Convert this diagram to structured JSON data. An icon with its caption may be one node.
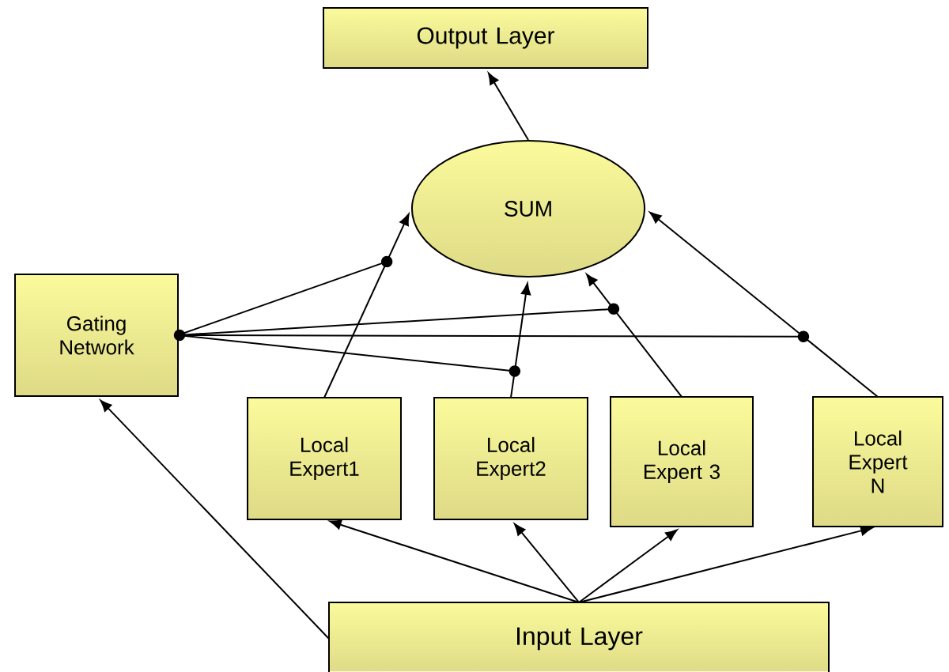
{
  "diagram": {
    "nodes": [
      {
        "text": [
          "Output Layer"
        ]
      },
      {
        "text": [
          "SUM"
        ]
      },
      {
        "text": [
          "Gating Network"
        ]
      },
      {
        "text": [
          "Local Expert1"
        ]
      },
      {
        "text": [
          "Local Expert2"
        ]
      },
      {
        "text": [
          "Local Expert 3"
        ]
      },
      {
        "text": [
          "Local Expert N"
        ]
      },
      {
        "text": [
          "Input Layer"
        ]
      }
    ],
    "edges": [
      {
        "from": 1,
        "to": 0,
        "arrow": "to"
      },
      {
        "from": 3,
        "to": 1,
        "arrow": "to"
      },
      {
        "from": 4,
        "to": 1,
        "arrow": "to"
      },
      {
        "from": 5,
        "to": 1,
        "arrow": "to"
      },
      {
        "from": 6,
        "to": 1,
        "arrow": "to"
      },
      {
        "from": 2,
        "to": null,
        "arrow": "other"
      },
      {
        "from": 2,
        "to": null,
        "arrow": "other"
      },
      {
        "from": 2,
        "to": null,
        "arrow": "other"
      },
      {
        "from": 2,
        "to": null,
        "arrow": "other"
      },
      {
        "from": 7,
        "to": 2,
        "arrow": "to"
      },
      {
        "from": 7,
        "to": 3,
        "arrow": "to"
      },
      {
        "from": 7,
        "to": 4,
        "arrow": "to"
      },
      {
        "from": 7,
        "to": 5,
        "arrow": "to"
      },
      {
        "from": 7,
        "to": 6,
        "arrow": "to"
      }
    ]
  }
}
